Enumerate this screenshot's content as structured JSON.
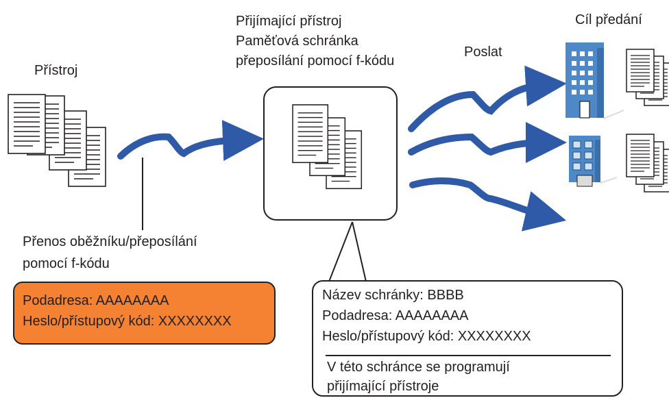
{
  "labels": {
    "source_device": "Přístroj",
    "receiving_device_lines": [
      "Přijímající přístroj",
      "Paměťová schránka",
      "přeposílání pomocí f-kódu"
    ],
    "send": "Poslat",
    "destination": "Cíl předání",
    "transmission_lines": [
      "Přenos oběžníku/přeposílání",
      "pomocí f-kódu"
    ]
  },
  "sender_box": {
    "subaddress": "Podadresa: AAAAAAAA",
    "passcode": "Heslo/přístupový kód: XXXXXXXX",
    "fill_color": "#f58233"
  },
  "mailbox_callout": {
    "box_name": "Název schránky: BBBB",
    "subaddress": "Podadresa: AAAAAAAA",
    "passcode": "Heslo/přístupový kód: XXXXXXXX",
    "note_lines": [
      "V této schránce se programují",
      "přijímající přístroje"
    ]
  },
  "colors": {
    "arrow": "#2e5aa8",
    "building": "#4f88c6",
    "stroke": "#231f20"
  },
  "icons": [
    "document-stack-icon",
    "building-icon",
    "arrow-icon"
  ]
}
